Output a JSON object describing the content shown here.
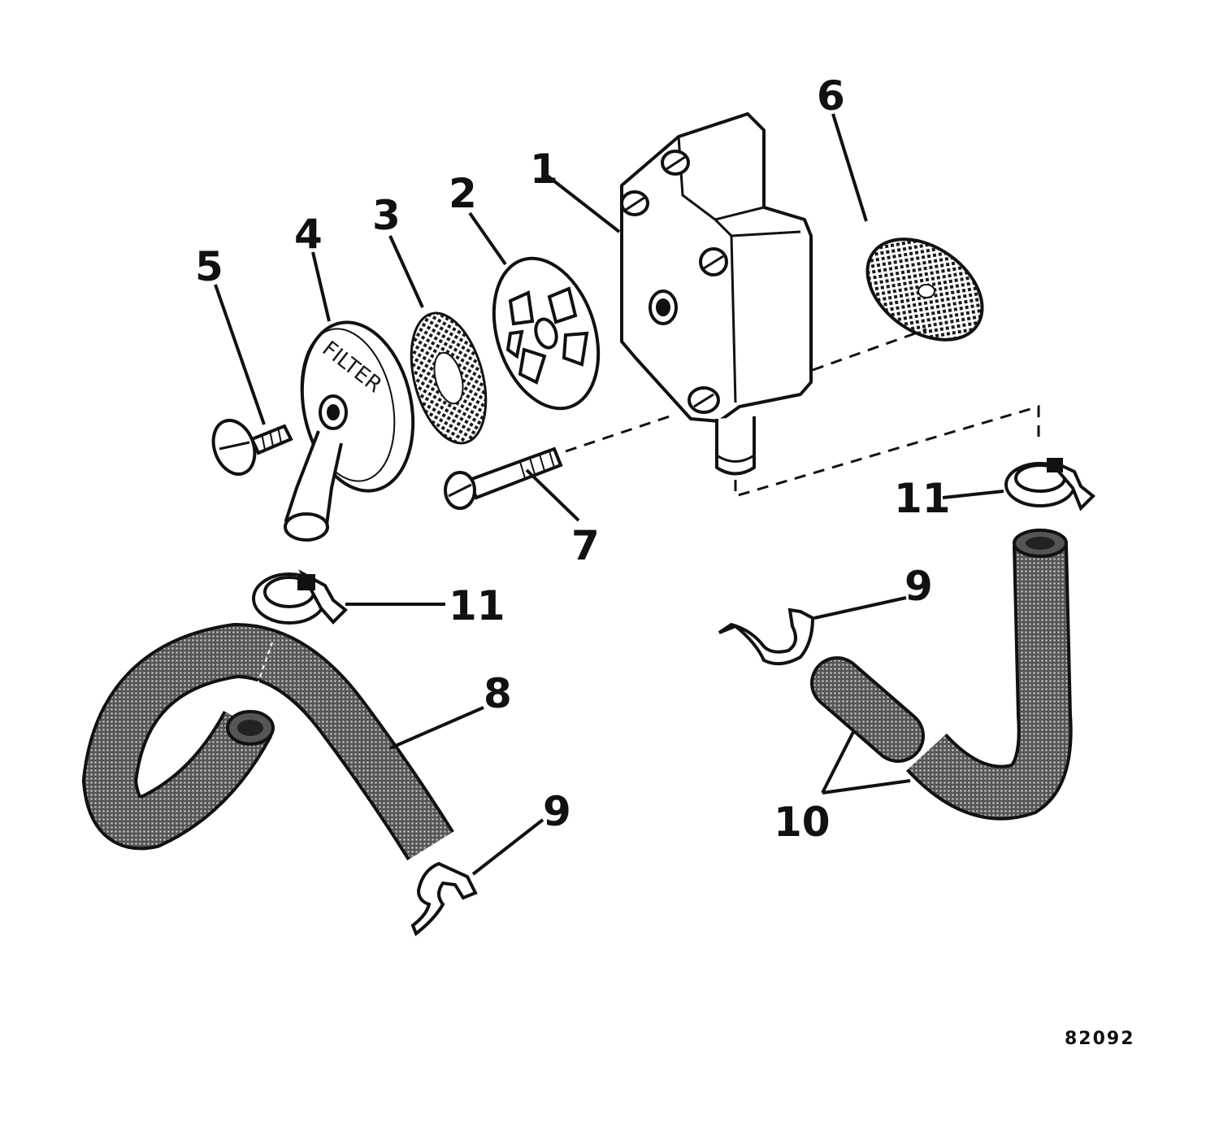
{
  "diagram": {
    "figure_number": "82092",
    "filter_cover_text": "FILTER",
    "callouts": {
      "c1": "1",
      "c2": "2",
      "c3": "3",
      "c4": "4",
      "c5": "5",
      "c6": "6",
      "c7": "7",
      "c8": "8",
      "c9a": "9",
      "c9b": "9",
      "c10": "10",
      "c11a": "11",
      "c11b": "11"
    },
    "parts": [
      {
        "callout": "1",
        "icon": "fuel-pump-body-icon"
      },
      {
        "callout": "2",
        "icon": "filter-plate-icon"
      },
      {
        "callout": "3",
        "icon": "filter-screen-icon"
      },
      {
        "callout": "4",
        "icon": "filter-cover-icon"
      },
      {
        "callout": "5",
        "icon": "thumb-screw-icon"
      },
      {
        "callout": "6",
        "icon": "gasket-icon"
      },
      {
        "callout": "7",
        "icon": "pump-screw-icon"
      },
      {
        "callout": "8",
        "icon": "fuel-hose-icon"
      },
      {
        "callout": "9",
        "icon": "tie-strap-icon"
      },
      {
        "callout": "10",
        "icon": "hose-section-icon"
      },
      {
        "callout": "11",
        "icon": "hose-clamp-icon"
      }
    ],
    "colors": {
      "ink": "#111111",
      "hose_fill": "#6a6a6a",
      "background": "#ffffff"
    }
  }
}
